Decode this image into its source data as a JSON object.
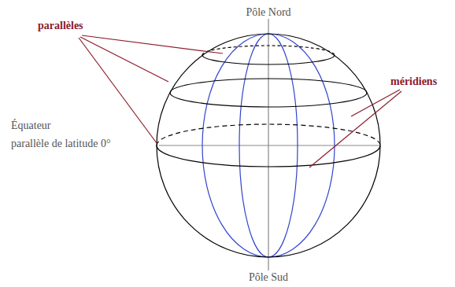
{
  "diagram": {
    "labels": [
      "Pôle Nord",
      "parallèles",
      "méridiens",
      "Équateur",
      "parallèle de latitude 0°",
      "Pôle Sud"
    ]
  }
}
